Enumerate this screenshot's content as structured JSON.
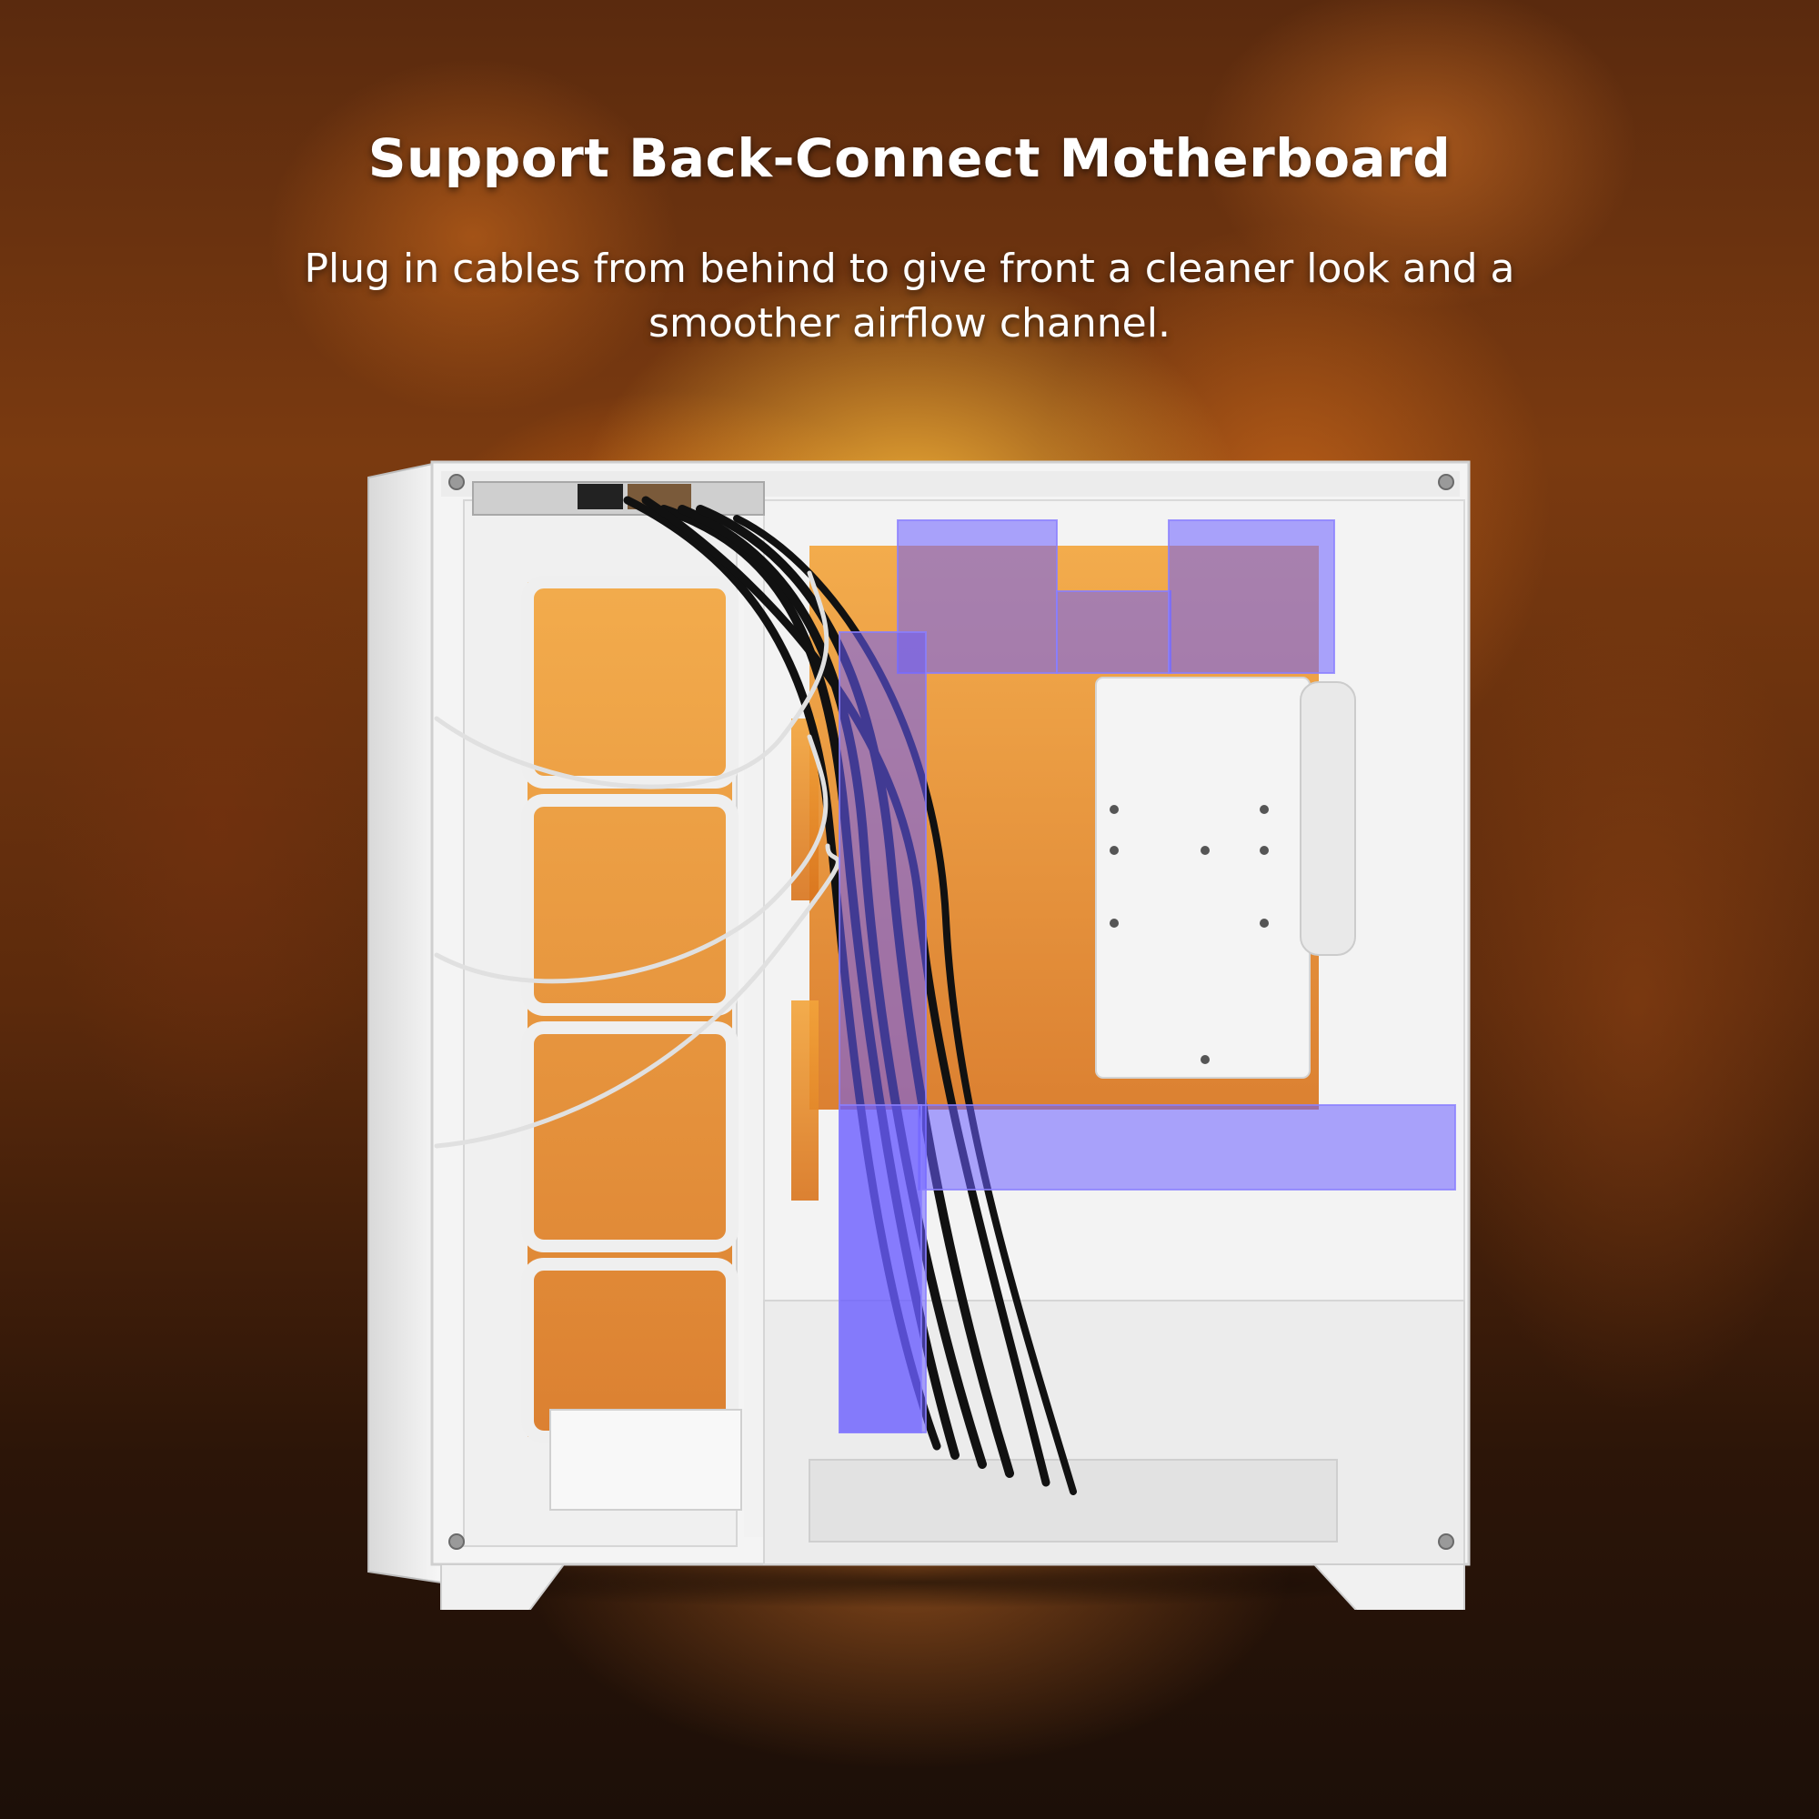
{
  "headline": "Support Back-Connect Motherboard",
  "subline": "Plug in cables from behind to give front a cleaner look and a smoother airflow channel.",
  "colors": {
    "background_glow": "#ffb43c",
    "case_body": "#f2f2f2",
    "highlight_zone": "#6a5cff",
    "text": "#ffffff",
    "cable": "#111111"
  },
  "illustration": {
    "subject": "pc-case-back-side",
    "highlight_zones": 5
  }
}
